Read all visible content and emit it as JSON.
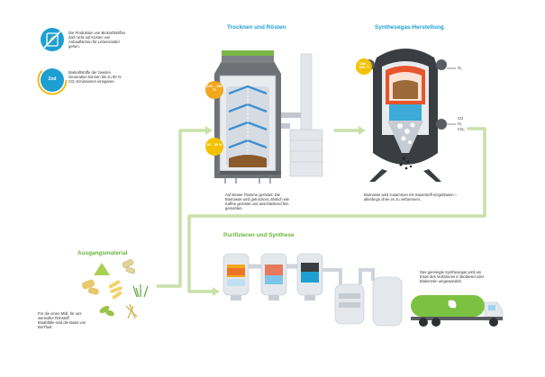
{
  "info_box": {
    "item1_text": "Die Produktion von Biokraftstoffen darf nicht auf Kosten von Anbauflächen für Lebensmittel gehen.",
    "item2_badge": "2nd",
    "item2_text": "Biokraftstoffe der zweiten Generation können bis zu 90 % CO₂-Emissionen einsparen."
  },
  "stage1": {
    "title": "Trocknen und Rösten",
    "temp_hot": "120 – 150 °C",
    "temp_low": "20 – 35 %",
    "description": "Auf kleiner Flamme geröstet: Die Biomasse wird getrocknet, ähnlich wie Kaffee geröstet und anschließend fein gemahlen."
  },
  "stage2": {
    "title": "Synthesegas-Herstellung",
    "temp": "1400 – 1500 °C",
    "label_o2": "O₂",
    "label_co": "CO",
    "label_h2": "H₂",
    "label_co2": "CO₂",
    "description": "Biomasse wird zusammen mit Sauerstoff eingeblasen – allerdings ohne es zu verbrennen."
  },
  "stage3": {
    "title": "Ausgangsmaterial",
    "description": "Für die einen Müll, für uns wertvoller Rohstoff: Bioabfälle sind die Basis von BioTfuel."
  },
  "stage4": {
    "title": "Purifizieren und Synthese",
    "description": "Das gereinigte Synthesegas wird am Ende des Verfahrens in Biodiesel oder Biokerosin umgewandelt."
  },
  "colors": {
    "accent_blue": "#1e9fd2",
    "accent_green": "#6bb33a",
    "flow_line": "#c9e0a8",
    "tank_body": "#d7dbe0",
    "reactor_dark": "#3a3d41",
    "tank_truck": "#7cc242"
  }
}
